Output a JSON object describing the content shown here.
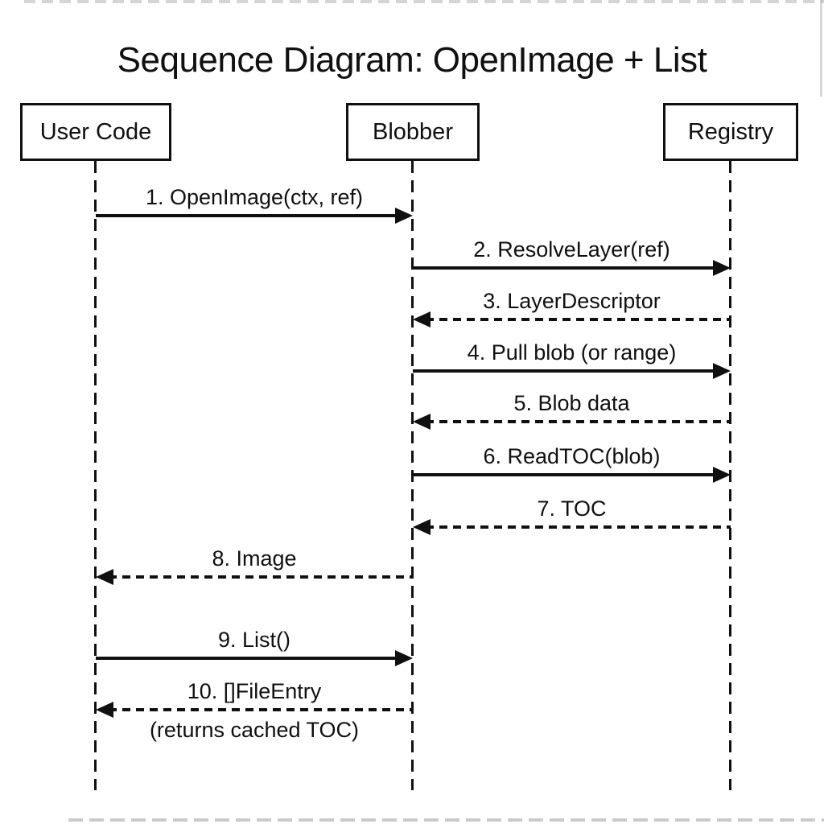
{
  "title": "Sequence Diagram: OpenImage + List",
  "colors": {
    "line": "#101010",
    "background": "#ffffff"
  },
  "actors": [
    {
      "id": "user-code",
      "label": "User Code"
    },
    {
      "id": "blobber",
      "label": "Blobber"
    },
    {
      "id": "registry",
      "label": "Registry"
    }
  ],
  "messages": [
    {
      "num": 1,
      "label": "1. OpenImage(ctx, ref)",
      "from": "User Code",
      "to": "Blobber",
      "line": "solid"
    },
    {
      "num": 2,
      "label": "2. ResolveLayer(ref)",
      "from": "Blobber",
      "to": "Registry",
      "line": "solid"
    },
    {
      "num": 3,
      "label": "3. LayerDescriptor",
      "from": "Registry",
      "to": "Blobber",
      "line": "dashed"
    },
    {
      "num": 4,
      "label": "4. Pull blob (or range)",
      "from": "Blobber",
      "to": "Registry",
      "line": "solid"
    },
    {
      "num": 5,
      "label": "5. Blob data",
      "from": "Registry",
      "to": "Blobber",
      "line": "dashed"
    },
    {
      "num": 6,
      "label": "6. ReadTOC(blob)",
      "from": "Blobber",
      "to": "Registry",
      "line": "solid"
    },
    {
      "num": 7,
      "label": "7. TOC",
      "from": "Registry",
      "to": "Blobber",
      "line": "dashed"
    },
    {
      "num": 8,
      "label": "8. Image",
      "from": "Blobber",
      "to": "User Code",
      "line": "dashed"
    },
    {
      "num": 9,
      "label": "9. List()",
      "from": "User Code",
      "to": "Blobber",
      "line": "solid"
    },
    {
      "num": 10,
      "label": "10. []FileEntry",
      "note": "(returns cached TOC)",
      "from": "Blobber",
      "to": "User Code",
      "line": "dashed"
    }
  ]
}
